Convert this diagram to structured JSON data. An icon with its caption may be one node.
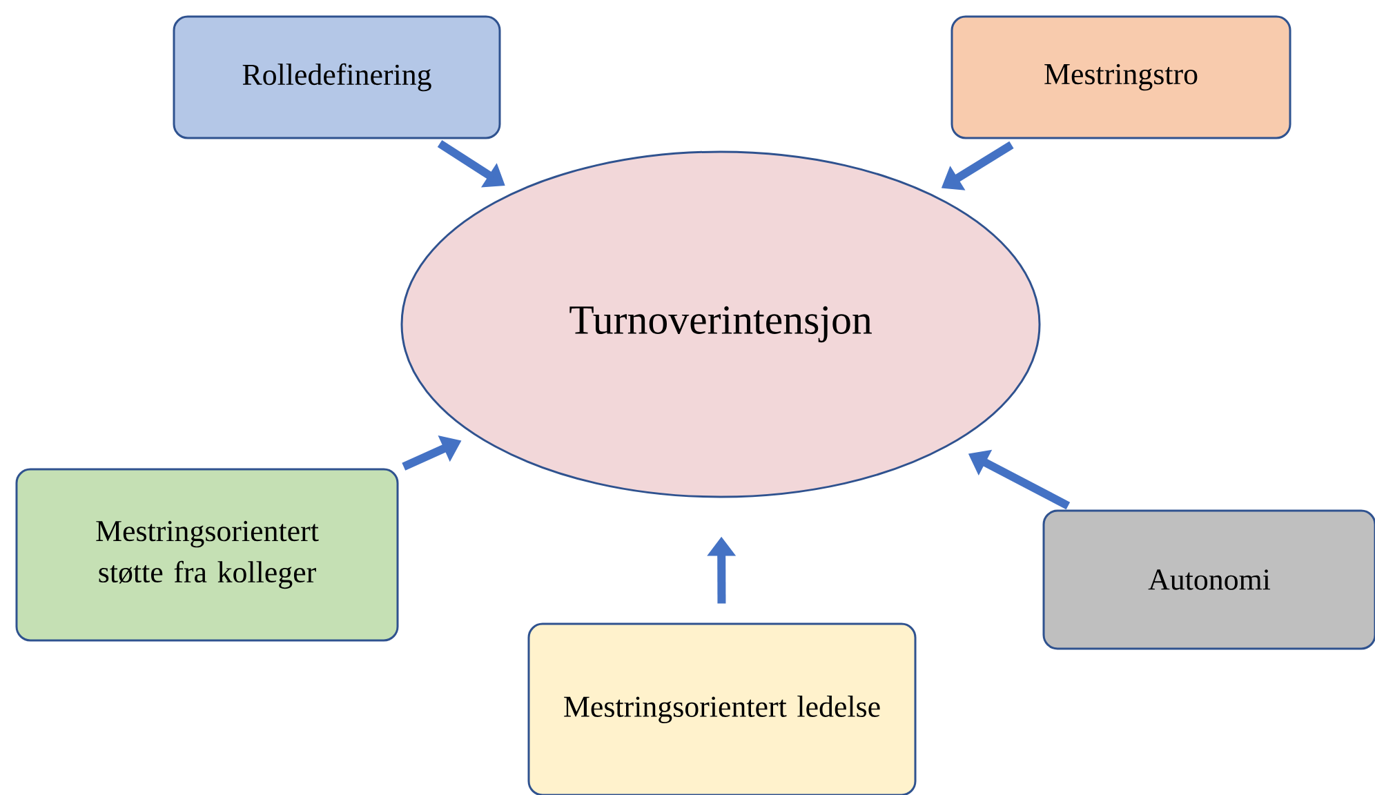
{
  "diagram": {
    "nodes": [
      {
        "text": [
          "Turnoverintensjon"
        ]
      },
      {
        "text": [
          "Rolledefinering"
        ]
      },
      {
        "text": [
          "Mestringstro"
        ]
      },
      {
        "text": [
          "Mestringsorientert støtte fra kolleger"
        ]
      },
      {
        "text": [
          "Mestringsorientert ledelse"
        ]
      },
      {
        "text": [
          "Autonomi"
        ]
      }
    ],
    "edges": [
      {
        "from": 1,
        "to": 0,
        "arrow": "to"
      },
      {
        "from": 2,
        "to": 0,
        "arrow": "to"
      },
      {
        "from": 3,
        "to": 0,
        "arrow": "to"
      },
      {
        "from": 4,
        "to": 0,
        "arrow": "to"
      },
      {
        "from": 5,
        "to": 0,
        "arrow": "to"
      }
    ]
  }
}
